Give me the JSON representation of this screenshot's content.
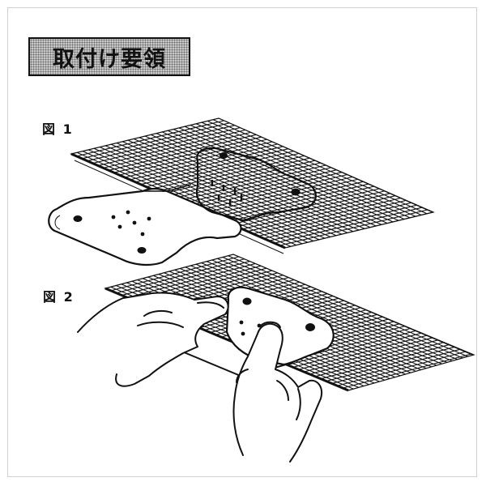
{
  "heading": {
    "title": "取付け要領"
  },
  "figures": [
    {
      "label": "図 1"
    },
    {
      "label": "図 2"
    }
  ],
  "colors": {
    "ink": "#111111",
    "paper": "#ffffff",
    "screen": "#c8c8c8"
  },
  "icons": [
    "metal-bracket-icon",
    "wire-mesh-icon",
    "hand-icon"
  ]
}
